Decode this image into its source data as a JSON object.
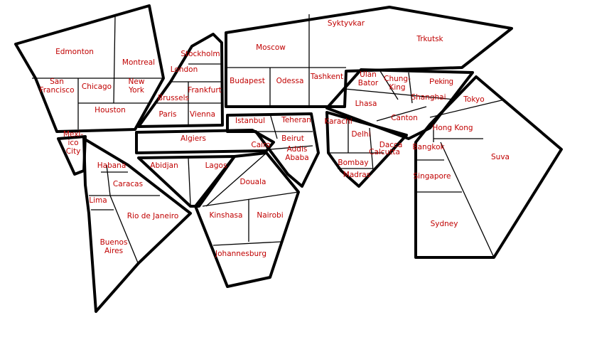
{
  "colors": {
    "label": "#c00000",
    "border": "#000000",
    "background": "#ffffff"
  },
  "cities": [
    {
      "id": "edmonton",
      "lines": [
        "Edmonton"
      ]
    },
    {
      "id": "montreal",
      "lines": [
        "Montreal"
      ]
    },
    {
      "id": "san-francisco",
      "lines": [
        "San",
        "Francisco"
      ]
    },
    {
      "id": "chicago",
      "lines": [
        "Chicago"
      ]
    },
    {
      "id": "new-york",
      "lines": [
        "New",
        "York"
      ]
    },
    {
      "id": "houston",
      "lines": [
        "Houston"
      ]
    },
    {
      "id": "mexico-city",
      "lines": [
        "Mexi-",
        "ico",
        "City"
      ]
    },
    {
      "id": "habana",
      "lines": [
        "Habana"
      ]
    },
    {
      "id": "caracas",
      "lines": [
        "Caracas"
      ]
    },
    {
      "id": "lima",
      "lines": [
        "Lima"
      ]
    },
    {
      "id": "rio-de-janeiro",
      "lines": [
        "Rio de Janeiro"
      ]
    },
    {
      "id": "buenos-aires",
      "lines": [
        "Buenos",
        "Aires"
      ]
    },
    {
      "id": "stockholm",
      "lines": [
        "Stockholm"
      ]
    },
    {
      "id": "london",
      "lines": [
        "London"
      ]
    },
    {
      "id": "brussels",
      "lines": [
        "Brussels"
      ]
    },
    {
      "id": "frankfurt",
      "lines": [
        "Frankfurt"
      ]
    },
    {
      "id": "paris",
      "lines": [
        "Paris"
      ]
    },
    {
      "id": "vienna",
      "lines": [
        "Vienna"
      ]
    },
    {
      "id": "moscow",
      "lines": [
        "Moscow"
      ]
    },
    {
      "id": "syktyvkar",
      "lines": [
        "Syktyvkar"
      ]
    },
    {
      "id": "trkutsk",
      "lines": [
        "Trkutsk"
      ]
    },
    {
      "id": "budapest",
      "lines": [
        "Budapest"
      ]
    },
    {
      "id": "odessa",
      "lines": [
        "Odessa"
      ]
    },
    {
      "id": "tashkent",
      "lines": [
        "Tashkent"
      ]
    },
    {
      "id": "ulan-bator",
      "lines": [
        "Ulan",
        "Bator"
      ]
    },
    {
      "id": "chung-king",
      "lines": [
        "Chung-",
        "King"
      ]
    },
    {
      "id": "peking",
      "lines": [
        "Peking"
      ],
      "plain": true
    },
    {
      "id": "shanghai",
      "lines": [
        "Shanghai"
      ]
    },
    {
      "id": "lhasa",
      "lines": [
        "Lhasa"
      ]
    },
    {
      "id": "canton",
      "lines": [
        "Canton"
      ]
    },
    {
      "id": "tokyo",
      "lines": [
        "Tokyo"
      ]
    },
    {
      "id": "hong-kong",
      "lines": [
        "Hong Kong"
      ]
    },
    {
      "id": "bangkok",
      "lines": [
        "Bangkok"
      ]
    },
    {
      "id": "suva",
      "lines": [
        "Suva"
      ]
    },
    {
      "id": "singapore",
      "lines": [
        "Singapore"
      ]
    },
    {
      "id": "sydney",
      "lines": [
        "Sydney"
      ]
    },
    {
      "id": "istanbul",
      "lines": [
        "Istanbul"
      ]
    },
    {
      "id": "teheran",
      "lines": [
        "Teheran"
      ]
    },
    {
      "id": "beirut",
      "lines": [
        "Beirut"
      ]
    },
    {
      "id": "algiers",
      "lines": [
        "Algiers"
      ]
    },
    {
      "id": "cairo",
      "lines": [
        "Cairo"
      ]
    },
    {
      "id": "addis-ababa",
      "lines": [
        "Addis",
        "Ababa"
      ]
    },
    {
      "id": "karachi",
      "lines": [
        "Karachi"
      ]
    },
    {
      "id": "delhi",
      "lines": [
        "Delhi"
      ]
    },
    {
      "id": "dacca",
      "lines": [
        "Dacca"
      ]
    },
    {
      "id": "calcutta",
      "lines": [
        "Calcutta"
      ]
    },
    {
      "id": "bombay",
      "lines": [
        "Bombay"
      ]
    },
    {
      "id": "madras",
      "lines": [
        "Madras"
      ]
    },
    {
      "id": "abidjan",
      "lines": [
        "Abidjan"
      ]
    },
    {
      "id": "lagos",
      "lines": [
        "Lagos"
      ]
    },
    {
      "id": "douala",
      "lines": [
        "Douala"
      ]
    },
    {
      "id": "kinshasa",
      "lines": [
        "Kinshasa"
      ]
    },
    {
      "id": "nairobi",
      "lines": [
        "Nairobi"
      ]
    },
    {
      "id": "johannesburg",
      "lines": [
        "Johannesburg"
      ]
    }
  ]
}
